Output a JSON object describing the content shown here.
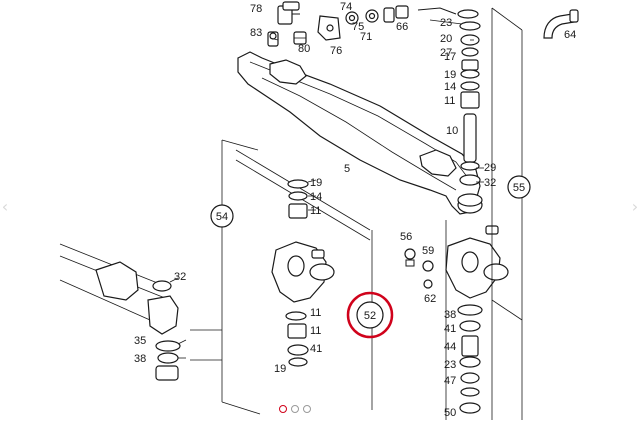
{
  "labels": {
    "n78": "78",
    "n74": "74",
    "n75": "75",
    "n83": "83",
    "n80": "80",
    "n76": "76",
    "n71": "71",
    "n66": "66",
    "n23a": "23",
    "n20": "20",
    "n27": "27",
    "n17": "17",
    "n19a": "19",
    "n14a": "14",
    "n11a": "11",
    "n10": "10",
    "n29": "29",
    "n32a": "32",
    "n55": "55",
    "n64": "64",
    "n5": "5",
    "n19b": "19",
    "n14b": "14",
    "n11b": "11",
    "n54": "54",
    "n32b": "32",
    "n56": "56",
    "n59": "59",
    "n62": "62",
    "n52": "52",
    "n11c": "11",
    "n11d": "11",
    "n41a": "41",
    "n35": "35",
    "n38a": "38",
    "n19c": "19",
    "n38b": "38",
    "n41b": "41",
    "n44": "44",
    "n23b": "23",
    "n47": "47",
    "n50": "50"
  },
  "nav": {
    "prev_icon": "‹",
    "next_icon": "›"
  },
  "highlight_color": "#d0021b"
}
